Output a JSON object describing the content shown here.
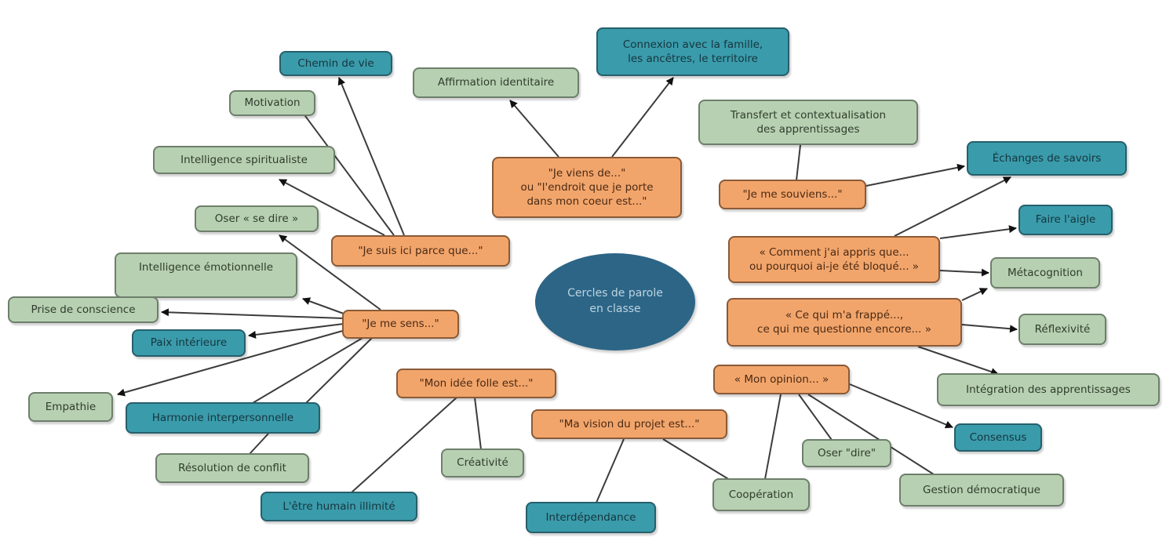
{
  "center": "Cercles de parole\nen classe",
  "nodes": {
    "chemin": "Chemin de vie",
    "motivation": "Motivation",
    "int_spirit": "Intelligence spiritualiste",
    "oser_se_dire": "Oser « se dire »",
    "int_emo": "Intelligence émotionnelle",
    "prise": "Prise de conscience",
    "paix": "Paix intérieure",
    "empathie": "Empathie",
    "harmonie": "Harmonie interpersonnelle",
    "resolution": "Résolution de conflit",
    "etre": "L'être humain illimité",
    "creativite": "Créativité",
    "idee": "\"Mon idée folle est...\"",
    "sens": "\"Je me sens...\"",
    "suis_ici": "\"Je suis ici parce que...\"",
    "affirmation": "Affirmation identitaire",
    "viens": "\"Je viens de...\"\nou \"l'endroit que je porte\ndans mon coeur est...\"",
    "connexion": "Connexion avec la famille,\nles ancêtres, le territoire",
    "transfert": "Transfert et contextualisation\ndes apprentissages",
    "souviens": "\"Je me souviens...\"",
    "echanges": "Échanges de savoirs",
    "aigle": "Faire l'aigle",
    "comment": "« Comment j'ai appris que...\nou pourquoi ai-je été bloqué... »",
    "metacognition": "Métacognition",
    "frappe": "« Ce qui m'a frappé...,\nce qui me questionne encore... »",
    "reflexivite": "Réflexivité",
    "integration": "Intégration des apprentissages",
    "opinion": "« Mon opinion... »",
    "consensus": "Consensus",
    "oser_dire": "Oser \"dire\"",
    "gestion": "Gestion démocratique",
    "cooperation": "Coopération",
    "vision": "\"Ma vision du projet est...\"",
    "interdependance": "Interdépendance"
  },
  "colors": {
    "green": "#b8d0b2",
    "teal": "#3a9bab",
    "orange": "#f2a56b",
    "center": "#2c6586"
  }
}
